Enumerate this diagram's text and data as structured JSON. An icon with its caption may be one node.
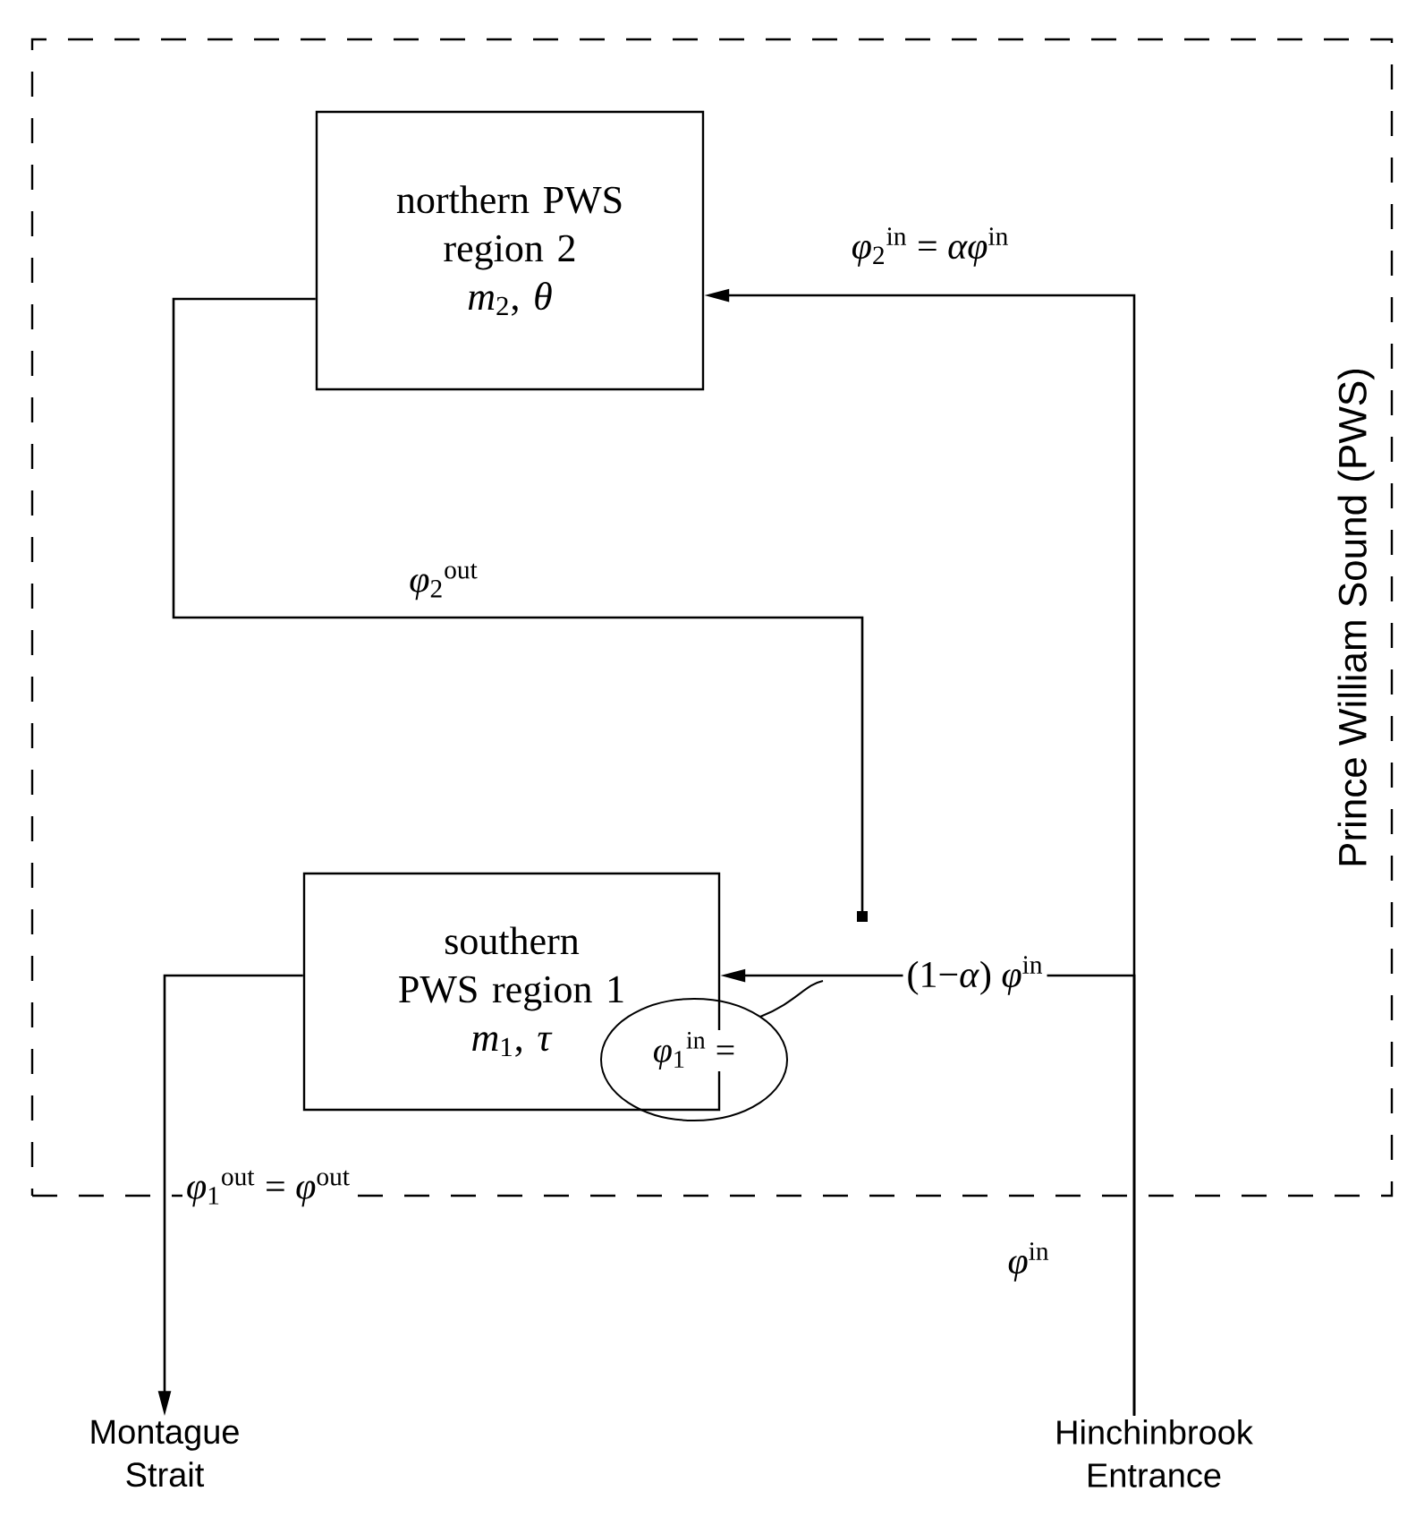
{
  "diagram": {
    "nodes": [
      {
        "text": [
          "Prince William Sound (PWS)"
        ]
      },
      {
        "text": [
          "northern PWS region 2",
          "*m*$_{2}$, *θ*"
        ],
        "in": 0
      },
      {
        "text": [
          "southern PWS region 1",
          "*m*$_{1}$, *τ*"
        ],
        "in": 0
      },
      {
        "text": [
          "Montague Strait"
        ]
      },
      {
        "text": [
          "Hinchinbrook Entrance"
        ]
      }
    ],
    "edges": [
      {
        "from": 4,
        "to": 1,
        "arrow": "to",
        "label": "*φ*$_{2}$$^{in}$ = *αφ*$^{in}$"
      },
      {
        "from": 4,
        "to": 2,
        "arrow": "to",
        "label": "(1−*α*) *φ*$^{in}$"
      },
      {
        "from": 1,
        "to": null,
        "arrow": "other",
        "label": "*φ*$_{2}$$^{out}$"
      },
      {
        "from": 2,
        "to": 3,
        "arrow": "to",
        "label": "*φ*$_{1}$$^{out}$ = *φ*$^{out}$"
      }
    ],
    "labels": [
      "*φ*$^{in}$",
      "*φ*$_{1}$$^{in}$ ="
    ]
  }
}
